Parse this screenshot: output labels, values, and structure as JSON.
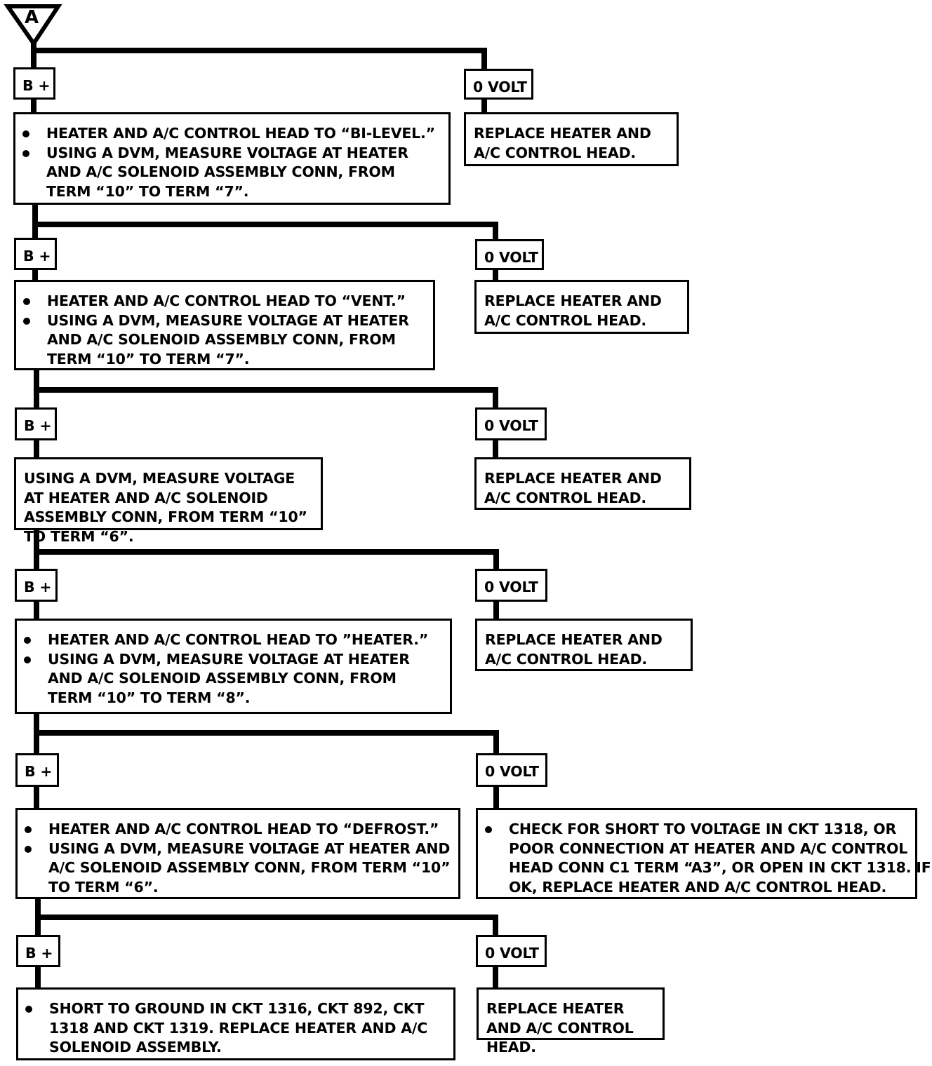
{
  "start_marker": "A",
  "stages": [
    {
      "yes_label": "B +",
      "no_label": "0 VOLT",
      "action_bullets": [
        "HEATER AND A/C CONTROL HEAD TO “BI-LEVEL.”",
        "USING A DVM, MEASURE VOLTAGE AT HEATER AND A/C SOLENOID ASSEMBLY CONN, FROM TERM “10” TO TERM “7”."
      ],
      "result_text": "REPLACE HEATER AND A/C CONTROL HEAD."
    },
    {
      "yes_label": "B +",
      "no_label": "0 VOLT",
      "action_bullets": [
        "HEATER AND A/C CONTROL HEAD TO “VENT.”",
        "USING A DVM, MEASURE VOLTAGE AT HEATER AND A/C SOLENOID ASSEMBLY CONN, FROM TERM “10” TO TERM “7”."
      ],
      "result_text": "REPLACE HEATER AND A/C CONTROL HEAD."
    },
    {
      "yes_label": "B +",
      "no_label": "0 VOLT",
      "action_text": "USING A DVM, MEASURE VOLTAGE AT HEATER AND A/C SOLENOID ASSEMBLY CONN, FROM TERM “10” TO TERM “6”.",
      "result_text": "REPLACE HEATER AND A/C CONTROL HEAD."
    },
    {
      "yes_label": "B +",
      "no_label": "0 VOLT",
      "action_bullets": [
        "HEATER AND A/C CONTROL HEAD TO ”HEATER.”",
        "USING A DVM, MEASURE VOLTAGE AT HEATER AND A/C SOLENOID ASSEMBLY CONN, FROM TERM “10” TO TERM “8”."
      ],
      "result_text": "REPLACE HEATER AND A/C CONTROL HEAD."
    },
    {
      "yes_label": "B +",
      "no_label": "0 VOLT",
      "action_bullets": [
        "HEATER AND A/C CONTROL HEAD TO “DEFROST.”",
        "USING A DVM, MEASURE VOLTAGE AT HEATER AND A/C SOLENOID ASSEMBLY CONN, FROM TERM “10” TO TERM “6”."
      ],
      "result_bullets": [
        "CHECK FOR SHORT TO VOLTAGE IN CKT 1318, OR POOR CONNECTION AT HEATER AND A/C CONTROL HEAD CONN C1 TERM “A3”, OR OPEN IN CKT 1318. IF OK, REPLACE HEATER AND A/C CONTROL HEAD."
      ]
    },
    {
      "yes_label": "B +",
      "no_label": "0 VOLT",
      "action_bullets": [
        "SHORT TO GROUND IN CKT 1316, CKT 892, CKT 1318 AND CKT 1319. REPLACE HEATER AND A/C SOLENOID ASSEMBLY."
      ],
      "result_text": "REPLACE HEATER AND A/C CONTROL HEAD."
    }
  ]
}
